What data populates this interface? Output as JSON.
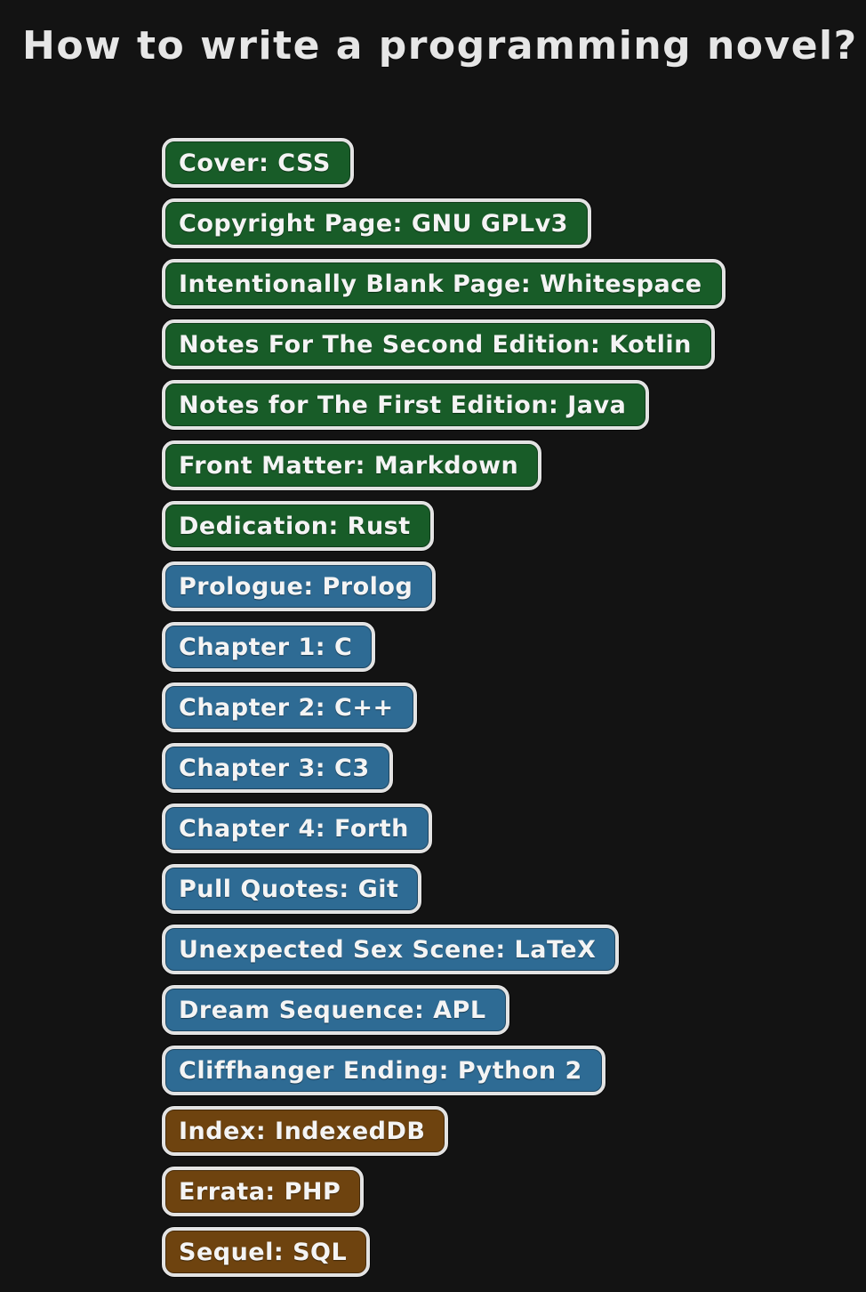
{
  "title": "How to write a programming novel?",
  "colors": {
    "background": "#131313",
    "border": "#e3e3e3",
    "text": "#f4f4f4",
    "green": "#185c28",
    "blue": "#2e6b94",
    "brown": "#6e430f"
  },
  "badges": {
    "items": [
      {
        "label": "Cover: CSS",
        "color": "green"
      },
      {
        "label": "Copyright Page: GNU GPLv3",
        "color": "green"
      },
      {
        "label": "Intentionally Blank Page: Whitespace",
        "color": "green"
      },
      {
        "label": "Notes For The Second Edition: Kotlin",
        "color": "green"
      },
      {
        "label": "Notes for The First Edition: Java",
        "color": "green"
      },
      {
        "label": "Front Matter: Markdown",
        "color": "green"
      },
      {
        "label": "Dedication: Rust",
        "color": "green"
      },
      {
        "label": "Prologue: Prolog",
        "color": "blue"
      },
      {
        "label": "Chapter 1: C",
        "color": "blue"
      },
      {
        "label": "Chapter 2: C++",
        "color": "blue"
      },
      {
        "label": "Chapter 3: C3",
        "color": "blue"
      },
      {
        "label": "Chapter 4: Forth",
        "color": "blue"
      },
      {
        "label": "Pull Quotes: Git",
        "color": "blue"
      },
      {
        "label": "Unexpected Sex Scene: LaTeX",
        "color": "blue"
      },
      {
        "label": "Dream Sequence: APL",
        "color": "blue"
      },
      {
        "label": "Cliffhanger Ending: Python 2",
        "color": "blue"
      },
      {
        "label": "Index: IndexedDB",
        "color": "brown"
      },
      {
        "label": "Errata: PHP",
        "color": "brown"
      },
      {
        "label": "Sequel: SQL",
        "color": "brown"
      }
    ]
  }
}
